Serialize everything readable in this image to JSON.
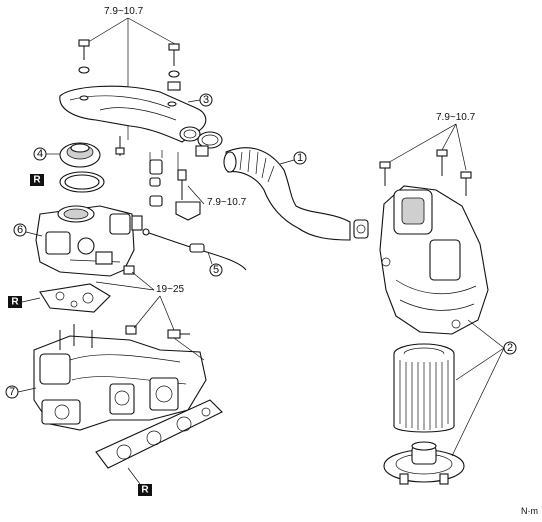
{
  "torque_labels": {
    "top_bolts": "7.9~10.7",
    "cleaner_bolts": "7.9~10.7",
    "bracket_bolt": "7.9~10.7",
    "manifold_nuts": "19~25"
  },
  "callouts": [
    "1",
    "2",
    "3",
    "4",
    "5",
    "6",
    "7"
  ],
  "replace_mark": "R",
  "figure_code": "N·m"
}
